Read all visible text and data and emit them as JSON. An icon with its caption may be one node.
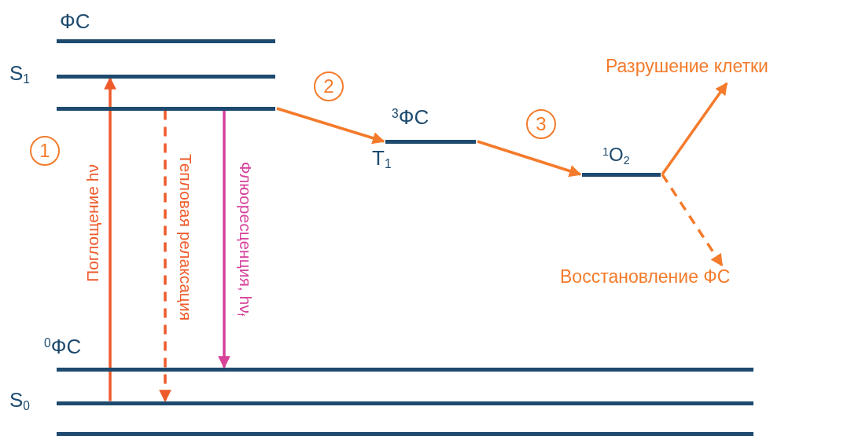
{
  "diagram": {
    "nodes": [
      {
        "text": [],
        "shape": "bar",
        "beside": [
          "ФС"
        ]
      },
      {
        "text": [],
        "shape": "bar",
        "beside": [
          "S$_{1}$"
        ]
      },
      {
        "text": [],
        "shape": "bar"
      },
      {
        "text": [],
        "shape": "bar",
        "beside": [
          "$^{0}$ФС"
        ]
      },
      {
        "text": [],
        "shape": "bar",
        "beside": [
          "S$_{0}$"
        ]
      },
      {
        "text": [],
        "shape": "bar"
      },
      {
        "text": [],
        "shape": "bar",
        "beside": [
          "$^{3}$ФС",
          "T$_{1}$"
        ]
      },
      {
        "text": [],
        "shape": "bar",
        "beside": [
          "$^{1}$O$_{2}$"
        ]
      },
      {
        "text": [
          "Разрушение клетки"
        ]
      },
      {
        "text": [
          "Восстановление ФС"
        ]
      }
    ],
    "edges": [
      {
        "from": 4,
        "to": 1,
        "arrow": "to",
        "label": "Поглощение hν",
        "color": "#ee5a2a"
      },
      {
        "from": 2,
        "to": 4,
        "arrow": "to",
        "label": "Тепловая релаксация",
        "style": "dashed",
        "color": "#ee5a2a"
      },
      {
        "from": 2,
        "to": 3,
        "arrow": "to",
        "label": "Флюоресценция, hν$_{f}$",
        "color": "#d6419a"
      },
      {
        "from": 2,
        "to": 6,
        "arrow": "to"
      },
      {
        "from": 6,
        "to": 7,
        "arrow": "to"
      },
      {
        "from": 7,
        "to": 8,
        "arrow": "to"
      },
      {
        "from": 7,
        "to": 9,
        "arrow": "to",
        "style": "dashed"
      }
    ],
    "labels": [
      "1",
      "2",
      "3"
    ]
  }
}
